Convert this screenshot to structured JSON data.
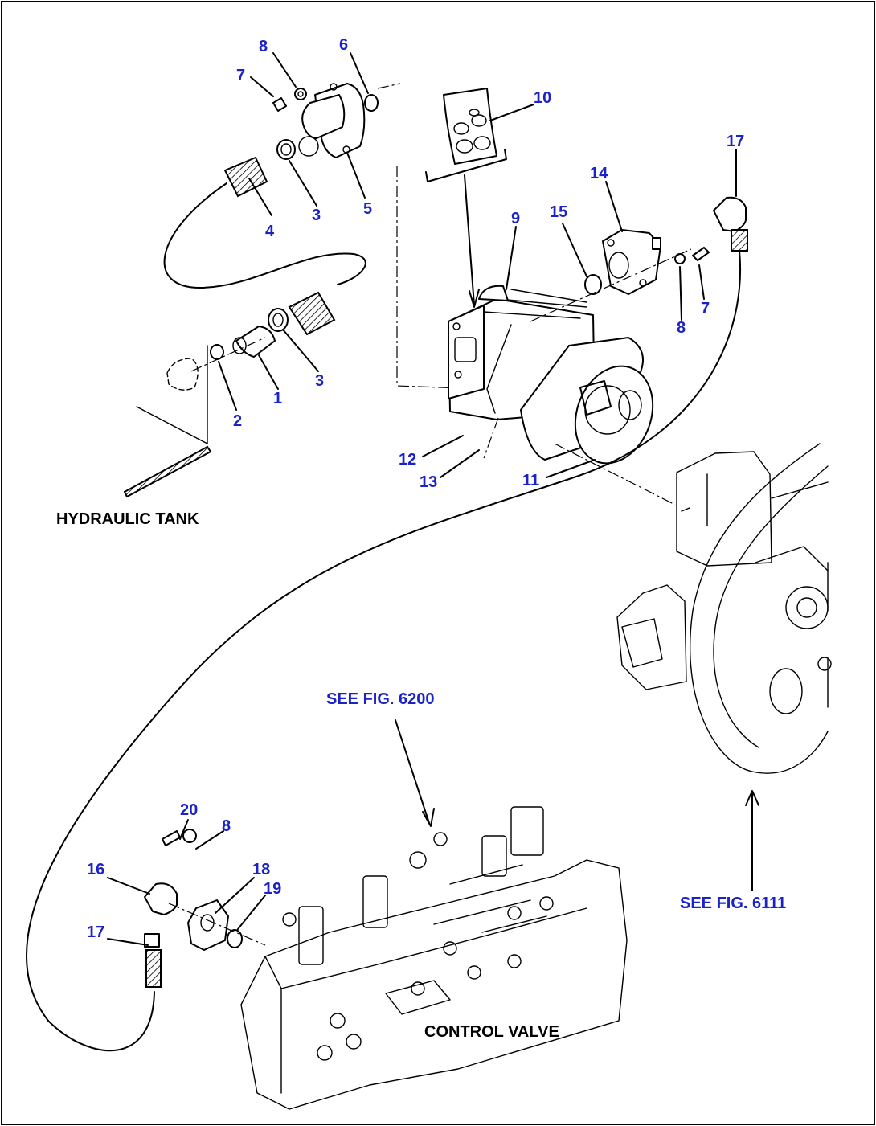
{
  "colors": {
    "callout": "#1a22c8",
    "caption_black": "#000000",
    "see_ref": "#1a22c8",
    "border": "#000000"
  },
  "captions": {
    "hydraulic_tank": "HYDRAULIC TANK",
    "control_valve": "CONTROL VALVE",
    "see_fig_6200": "SEE FIG. 6200",
    "see_fig_6111": "SEE FIG. 6111"
  },
  "callouts": [
    {
      "id": "c8a",
      "text": "8"
    },
    {
      "id": "c7a",
      "text": "7"
    },
    {
      "id": "c6",
      "text": "6"
    },
    {
      "id": "c10",
      "text": "10"
    },
    {
      "id": "c17a",
      "text": "17"
    },
    {
      "id": "c14",
      "text": "14"
    },
    {
      "id": "c4",
      "text": "4"
    },
    {
      "id": "c3a",
      "text": "3"
    },
    {
      "id": "c5",
      "text": "5"
    },
    {
      "id": "c9",
      "text": "9"
    },
    {
      "id": "c15",
      "text": "15"
    },
    {
      "id": "c7b",
      "text": "7"
    },
    {
      "id": "c8b",
      "text": "8"
    },
    {
      "id": "c3b",
      "text": "3"
    },
    {
      "id": "c1",
      "text": "1"
    },
    {
      "id": "c2",
      "text": "2"
    },
    {
      "id": "c12",
      "text": "12"
    },
    {
      "id": "c13",
      "text": "13"
    },
    {
      "id": "c11",
      "text": "11"
    },
    {
      "id": "c20",
      "text": "20"
    },
    {
      "id": "c8c",
      "text": "8"
    },
    {
      "id": "c16",
      "text": "16"
    },
    {
      "id": "c18",
      "text": "18"
    },
    {
      "id": "c19",
      "text": "19"
    },
    {
      "id": "c17b",
      "text": "17"
    }
  ]
}
